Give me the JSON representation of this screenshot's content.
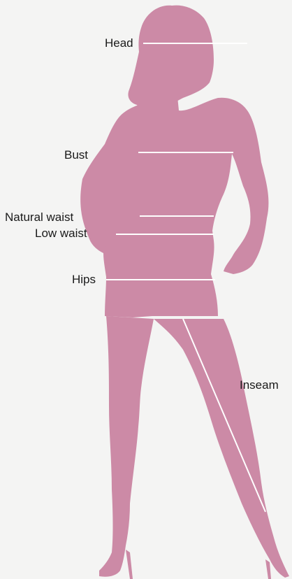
{
  "colors": {
    "background": "#f4f4f3",
    "silhouette": "#cc8aa6",
    "measure_line": "#ffffff",
    "label_text": "#1a1a1a"
  },
  "labels": {
    "head": "Head",
    "bust": "Bust",
    "natural_waist": "Natural waist",
    "low_waist": "Low waist",
    "hips": "Hips",
    "inseam": "Inseam"
  }
}
